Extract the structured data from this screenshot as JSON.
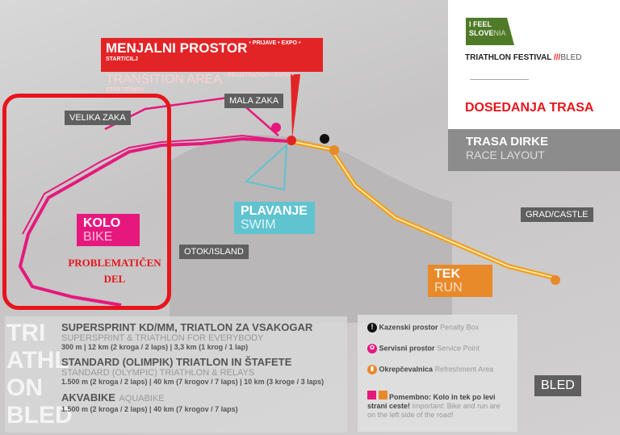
{
  "transition": {
    "title": "MENJALNI PROSTOR",
    "title_extra": "• PRIJAVE • EXPO • START/CILJ",
    "subtitle": "TRANSITION AREA",
    "subtitle_extra": "• REGISTRATION • EXPO • START/FINISH"
  },
  "places": {
    "mala_zaka": "MALA ZAKA",
    "velika_zaka": "VELIKA ZAKA",
    "otok": "OTOK/ISLAND",
    "grad": "GRAD/CASTLE",
    "bled": "BLED"
  },
  "disciplines": {
    "bike_sl": "KOLO",
    "bike_en": "BIKE",
    "swim_sl": "PLAVANJE",
    "swim_en": "SWIM",
    "run_sl": "TEK",
    "run_en": "RUN"
  },
  "annotation": {
    "problem": "PROBLEMATIČEN DEL"
  },
  "branding": {
    "logo_line1": "I FEEL",
    "logo_line2_bold": "SLOVE",
    "logo_line2_light": "NIA",
    "festival": "TRIATHLON FESTIVAL",
    "festival_place": "BLED",
    "previous_route": "DOSEDANJA TRASA",
    "layout_sl": "TRASA DIRKE",
    "layout_en": "RACE LAYOUT"
  },
  "watermark": [
    "TRI",
    "ATHL",
    "ON",
    "BLED"
  ],
  "races": [
    {
      "title": "SUPERSPRINT KD/MM, TRIATLON ZA VSAKOGAR",
      "subtitle": "SUPERSPRINT & TRIATHLON FOR EVERYBODY",
      "details": "300 m | 12 km (2 kroga / 2 laps) | 3,3 km (1 krog / 1 lap)"
    },
    {
      "title": "STANDARD (OLIMPIK) TRIATLON IN ŠTAFETE",
      "subtitle": "STANDARD (OLYMPIC) TRIATHLON & RELAYS",
      "details": "1.500 m (2 kroga / 2 laps) | 40 km (7 krogov / 7 laps) | 10 km (3 kroge / 3 laps)"
    },
    {
      "title": "AKVABIKE",
      "subtitle": "AQUABIKE",
      "details": "1.500 m (2 kroga / 2 laps) | 40 km (7 krogov / 7 laps)"
    }
  ],
  "legend": [
    {
      "icon": "exclamation-icon",
      "bold": "Kazenski prostor",
      "light": "Penalty Box",
      "color": "#111111"
    },
    {
      "icon": "gear-icon",
      "bold": "Servisni prostor",
      "light": "Service Point",
      "color": "#e5197d"
    },
    {
      "icon": "cup-icon",
      "bold": "Okrepčevalnica",
      "light": "Refreshment Area",
      "color": "#e8892a"
    }
  ],
  "note": {
    "bold": "Pomembno: Kolo in tek po levi strani ceste!",
    "light": "Important: Bike and run are on the left side of the road!"
  },
  "colors": {
    "bike": "#e5197d",
    "run": "#f0a020",
    "swim": "#5fc3d0",
    "red": "#e32426"
  }
}
